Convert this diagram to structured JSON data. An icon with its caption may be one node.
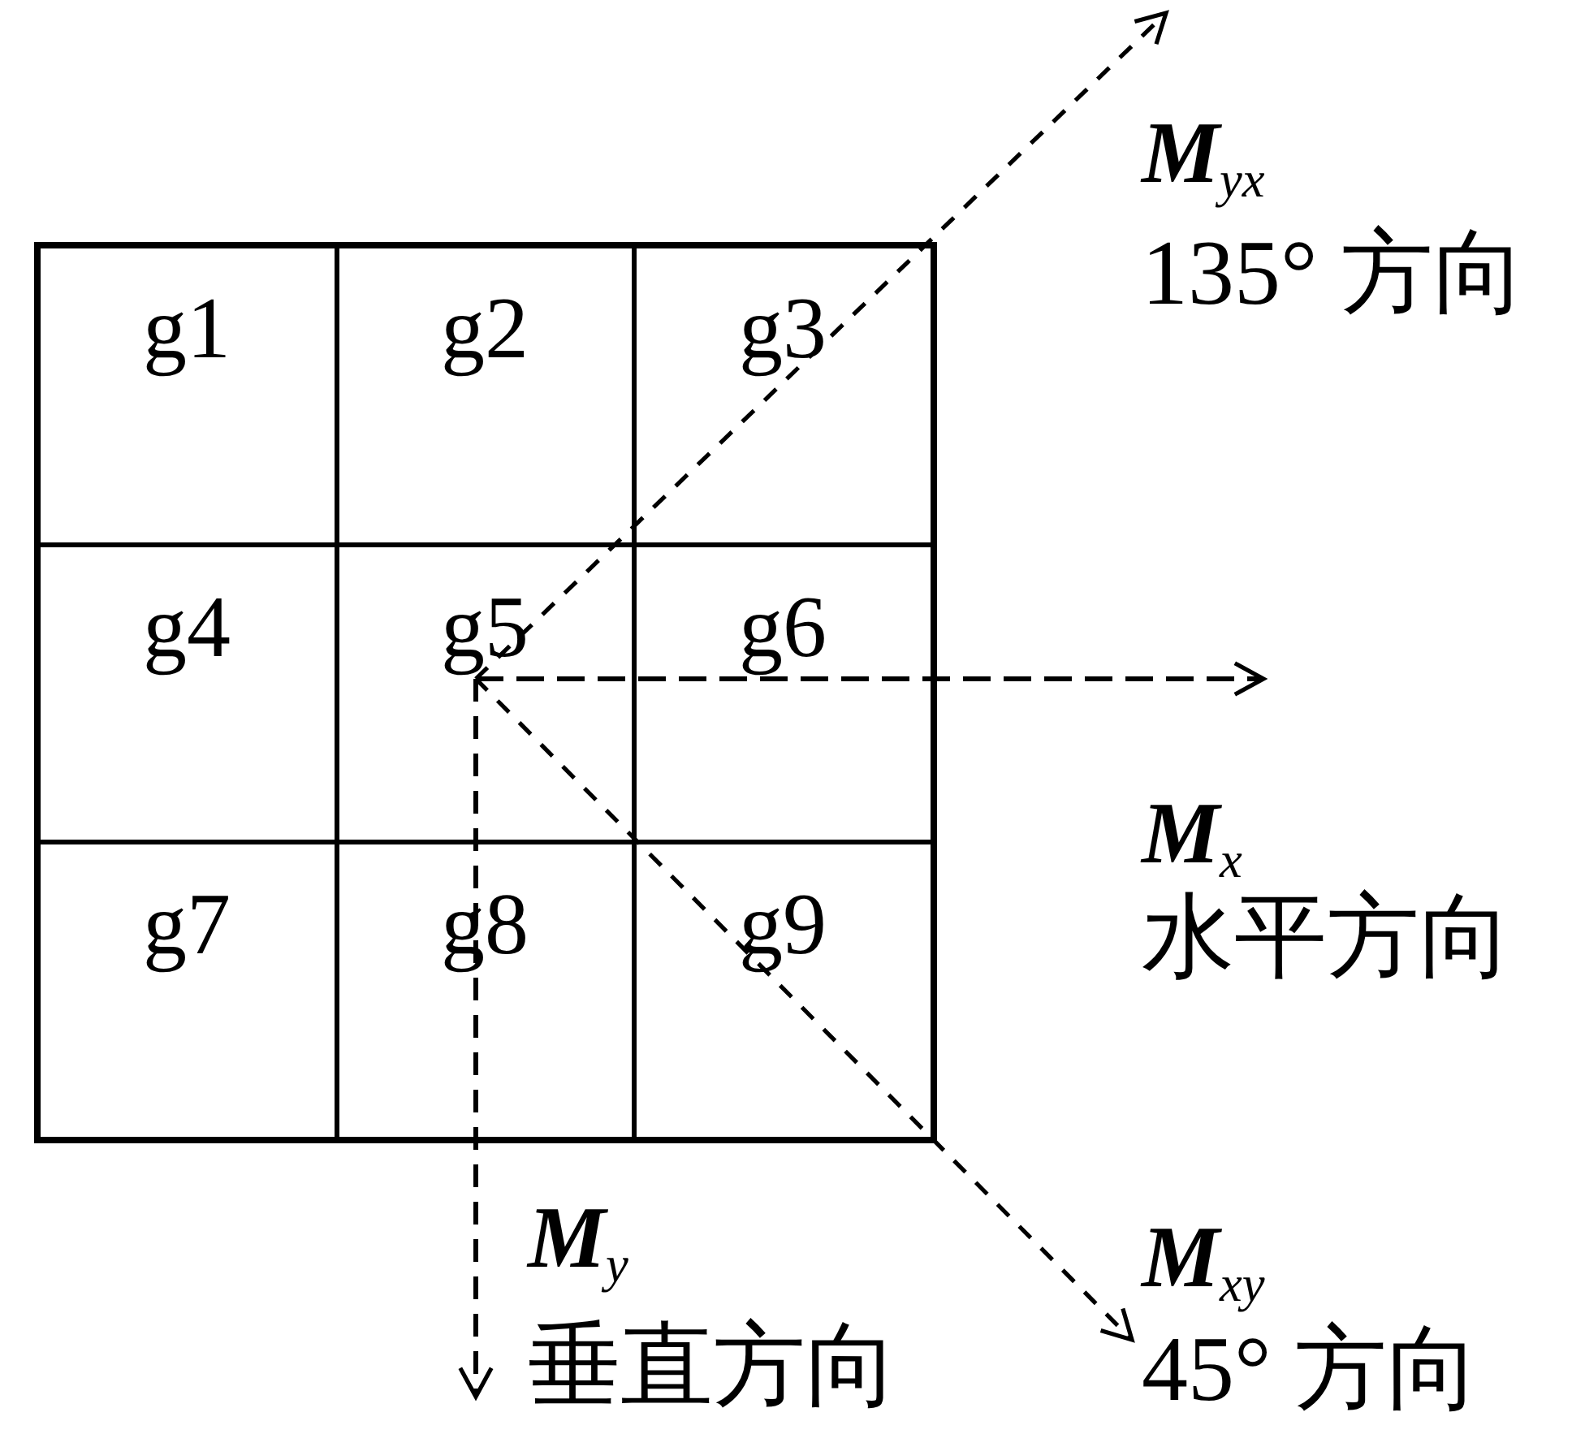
{
  "diagram": {
    "nodes": [
      {
        "text": [
          "g1"
        ]
      },
      {
        "text": [
          "g2"
        ]
      },
      {
        "text": [
          "g3"
        ]
      },
      {
        "text": [
          "g4"
        ]
      },
      {
        "text": [
          "g5"
        ]
      },
      {
        "text": [
          "g6"
        ]
      },
      {
        "text": [
          "g7"
        ]
      },
      {
        "text": [
          "g8"
        ]
      },
      {
        "text": [
          "g9"
        ]
      }
    ],
    "labels": [
      "M$_{yx}$",
      "135° 方向",
      "M$_{x}$",
      "水平方向",
      "M$_{y}$",
      "M$_{xy}$",
      "垂直方向",
      "45° 方向"
    ]
  }
}
